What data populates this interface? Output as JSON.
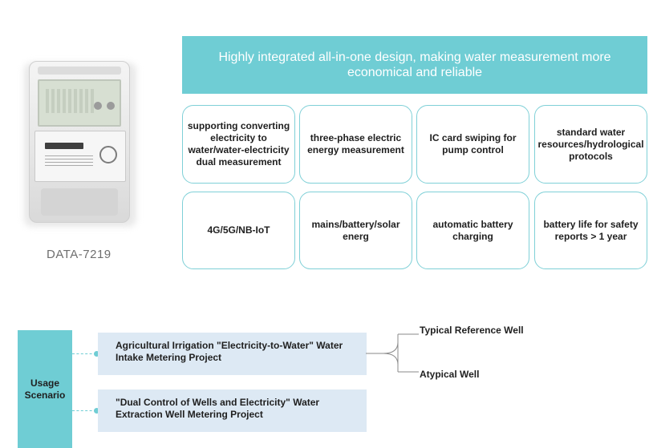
{
  "product": {
    "model": "DATA-7219"
  },
  "banner": {
    "text": "Highly integrated all-in-one design, making water measurement more economical and reliable",
    "background_color": "#6fcdd4"
  },
  "features": [
    "supporting converting electricity to water/water-electricity dual measurement",
    "three-phase electric energy measurement",
    "IC card swiping for pump control",
    "standard water resources/hydrological protocols",
    "4G/5G/NB-IoT",
    "mains/battery/solar energ",
    "automatic battery charging",
    "battery life for safety reports > 1 year"
  ],
  "usage": {
    "label": "Usage Scenario",
    "projects": [
      "Agricultural Irrigation \"Electricity-to-Water\" Water Intake Metering Project",
      "\"Dual Control of Wells and Electricity\" Water Extraction Well Metering Project"
    ],
    "wells": [
      "Typical Reference Well",
      "Atypical Well"
    ]
  },
  "colors": {
    "accent": "#6fcdd4",
    "project_box": "#dde9f4",
    "card_border": "#7fd0d7"
  }
}
